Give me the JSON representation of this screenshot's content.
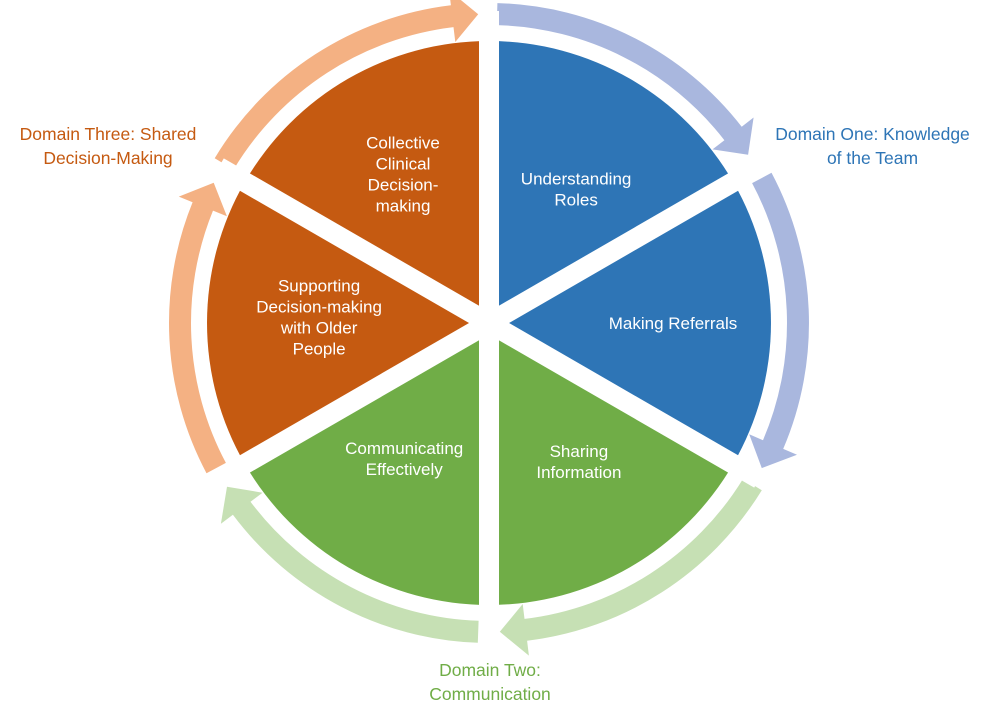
{
  "domains": [
    {
      "id": "one",
      "label_lines": [
        "Domain One: Knowledge",
        "of the Team"
      ],
      "color": "#2E75B6",
      "arrow_color": "#A9B7DE",
      "segments": [
        {
          "id": "understanding-roles",
          "lines": [
            "Understanding",
            "Roles"
          ]
        },
        {
          "id": "making-referrals",
          "lines": [
            "Making Referrals"
          ]
        }
      ]
    },
    {
      "id": "two",
      "label_lines": [
        "Domain Two:",
        "Communication"
      ],
      "color": "#70AD47",
      "arrow_color": "#C6E0B4",
      "segments": [
        {
          "id": "sharing-information",
          "lines": [
            "Sharing",
            "Information"
          ]
        },
        {
          "id": "communicating-effectively",
          "lines": [
            "Communicating",
            "Effectively"
          ]
        }
      ]
    },
    {
      "id": "three",
      "label_lines": [
        "Domain Three: Shared",
        "Decision-Making"
      ],
      "color": "#C55A11",
      "arrow_color": "#F4B183",
      "segments": [
        {
          "id": "supporting-decision-making",
          "lines": [
            "Supporting",
            "Decision-making",
            "with Older",
            "People"
          ]
        },
        {
          "id": "collective-clinical-decision-making",
          "lines": [
            "Collective",
            "Clinical",
            "Decision-",
            "making"
          ]
        }
      ]
    }
  ]
}
